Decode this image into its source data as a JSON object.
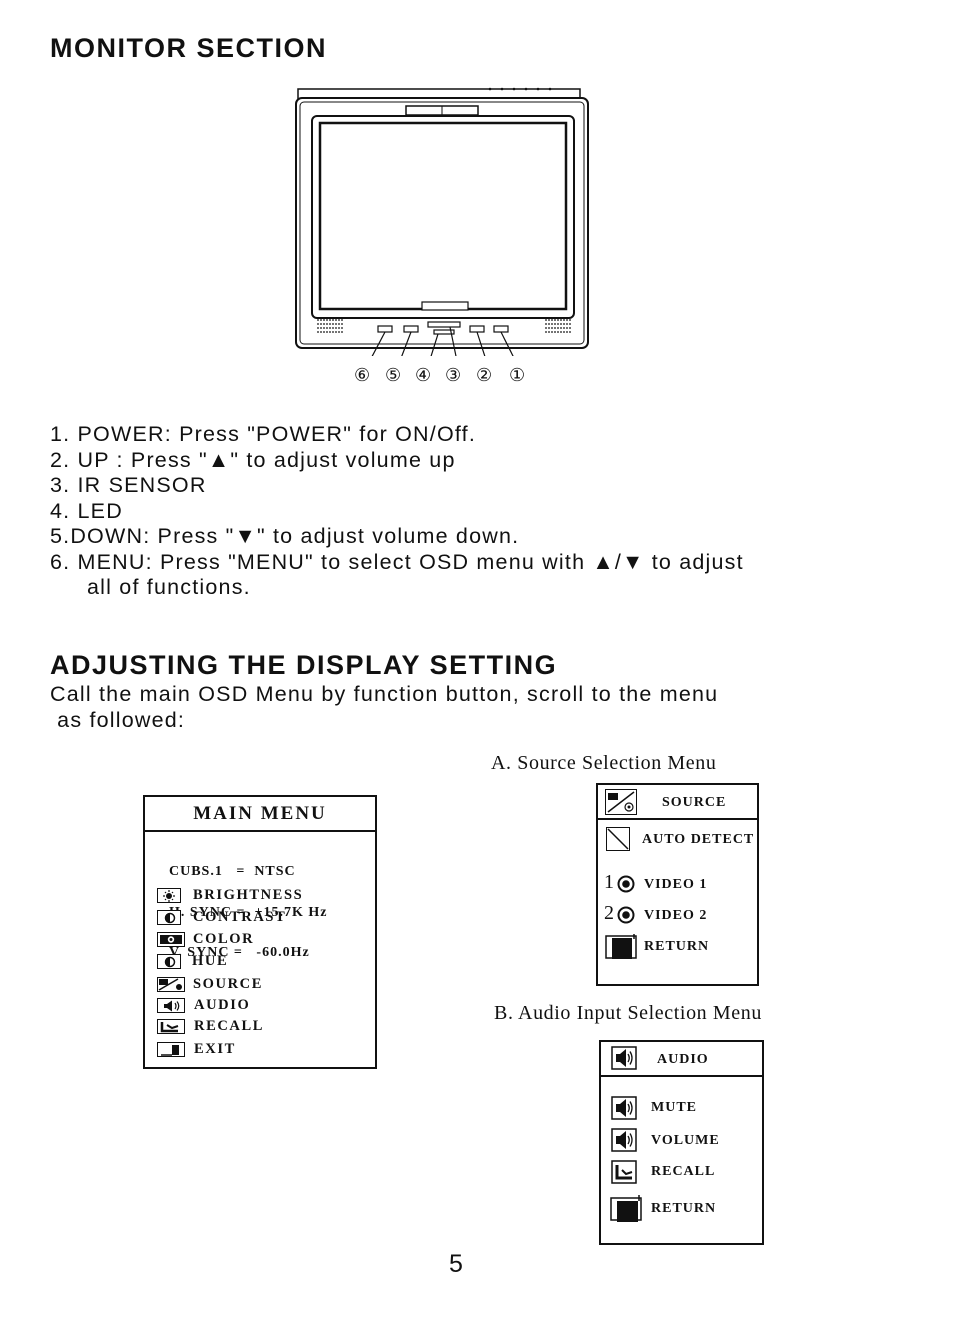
{
  "section_monitor": {
    "title": "MONITOR SECTION",
    "callouts": [
      "⑥",
      "⑤",
      "④",
      "③",
      "②",
      "①"
    ]
  },
  "controls": [
    "1. POWER: Press \"POWER\"  for ON/Off.",
    "2. UP : Press \"▲\"  to adjust volume up",
    "3. IR SENSOR",
    "4. LED",
    "5.DOWN: Press \"▼\"  to adjust volume down.",
    "6. MENU: Press \"MENU\"  to  select OSD menu with ▲/▼ to adjust",
    "all of functions."
  ],
  "section_display": {
    "title": "ADJUSTING THE DISPLAY SETTING",
    "intro_line1": "Call the main OSD Menu by function button, scroll to the menu",
    "intro_line2": " as followed:"
  },
  "main_menu": {
    "title": "MAIN MENU",
    "info": [
      "CUBS.1   =  NTSC",
      "H. SYNC =  +15.7K Hz",
      "V. SYNC =   -60.0Hz"
    ],
    "items": [
      {
        "label": "BRIGHTNESS",
        "icon": "brightness-icon"
      },
      {
        "label": "CONTRAST",
        "icon": "contrast-icon"
      },
      {
        "label": "COLOR",
        "icon": "color-icon"
      },
      {
        "label": "HUE",
        "icon": "hue-icon"
      },
      {
        "label": "SOURCE",
        "icon": "source-icon"
      },
      {
        "label": "AUDIO",
        "icon": "audio-icon"
      },
      {
        "label": "RECALL",
        "icon": "recall-icon"
      },
      {
        "label": "EXIT",
        "icon": "exit-icon"
      }
    ]
  },
  "source_menu": {
    "caption": "A. Source Selection Menu",
    "header": "SOURCE",
    "items": [
      {
        "label": "AUTO DETECT",
        "prefix": ""
      },
      {
        "label": "VIDEO 1",
        "prefix": "1"
      },
      {
        "label": "VIDEO 2",
        "prefix": "2"
      },
      {
        "label": "RETURN",
        "prefix": ""
      }
    ]
  },
  "audio_menu": {
    "caption": "B. Audio Input Selection Menu",
    "header": "AUDIO",
    "items": [
      {
        "label": "MUTE"
      },
      {
        "label": "VOLUME"
      },
      {
        "label": "RECALL"
      },
      {
        "label": "RETURN"
      }
    ]
  },
  "page_number": "5"
}
